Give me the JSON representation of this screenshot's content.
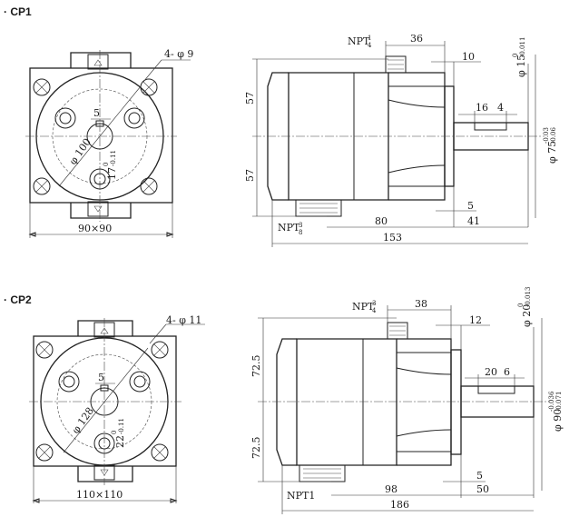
{
  "sections": [
    {
      "title": "· CP1",
      "front": {
        "holes": "4- φ 9",
        "pcd": "φ 100",
        "key": "5",
        "keyh": "17",
        "keyh_up": "0",
        "keyh_lo": "-0.11",
        "size": "90×90"
      },
      "side": {
        "npt_top": "NPT",
        "npt_top_num": "1",
        "npt_top_den": "4",
        "npt_bot": "NPT",
        "npt_bot_num": "3",
        "npt_bot_den": "8",
        "d36": "36",
        "d10": "10",
        "d57a": "57",
        "d57b": "57",
        "d16": "16",
        "d4": "4",
        "d5": "5",
        "d41": "41",
        "d80": "80",
        "d153": "153",
        "shaft": "φ 15",
        "shaft_up": "0",
        "shaft_lo": "-0.011",
        "pilot": "φ 75",
        "pilot_up": "-0.03",
        "pilot_lo": "-0.06"
      }
    },
    {
      "title": "· CP2",
      "front": {
        "holes": "4- φ 11",
        "pcd": "φ 128",
        "key": "5",
        "keyh": "22",
        "keyh_up": "0",
        "keyh_lo": "-0.11",
        "size": "110×110"
      },
      "side": {
        "npt_top": "NPT",
        "npt_top_num": "3",
        "npt_top_den": "4",
        "npt_bot": "NPT1",
        "npt_bot_num": "",
        "npt_bot_den": "",
        "d36": "38",
        "d10": "12",
        "d57a": "72.5",
        "d57b": "72.5",
        "d16": "20",
        "d4": "6",
        "d5": "5",
        "d41": "50",
        "d80": "98",
        "d153": "186",
        "shaft": "φ 20",
        "shaft_up": "0",
        "shaft_lo": "-0.013",
        "pilot": "φ 90",
        "pilot_up": "-0.036",
        "pilot_lo": "-0.071"
      }
    }
  ]
}
